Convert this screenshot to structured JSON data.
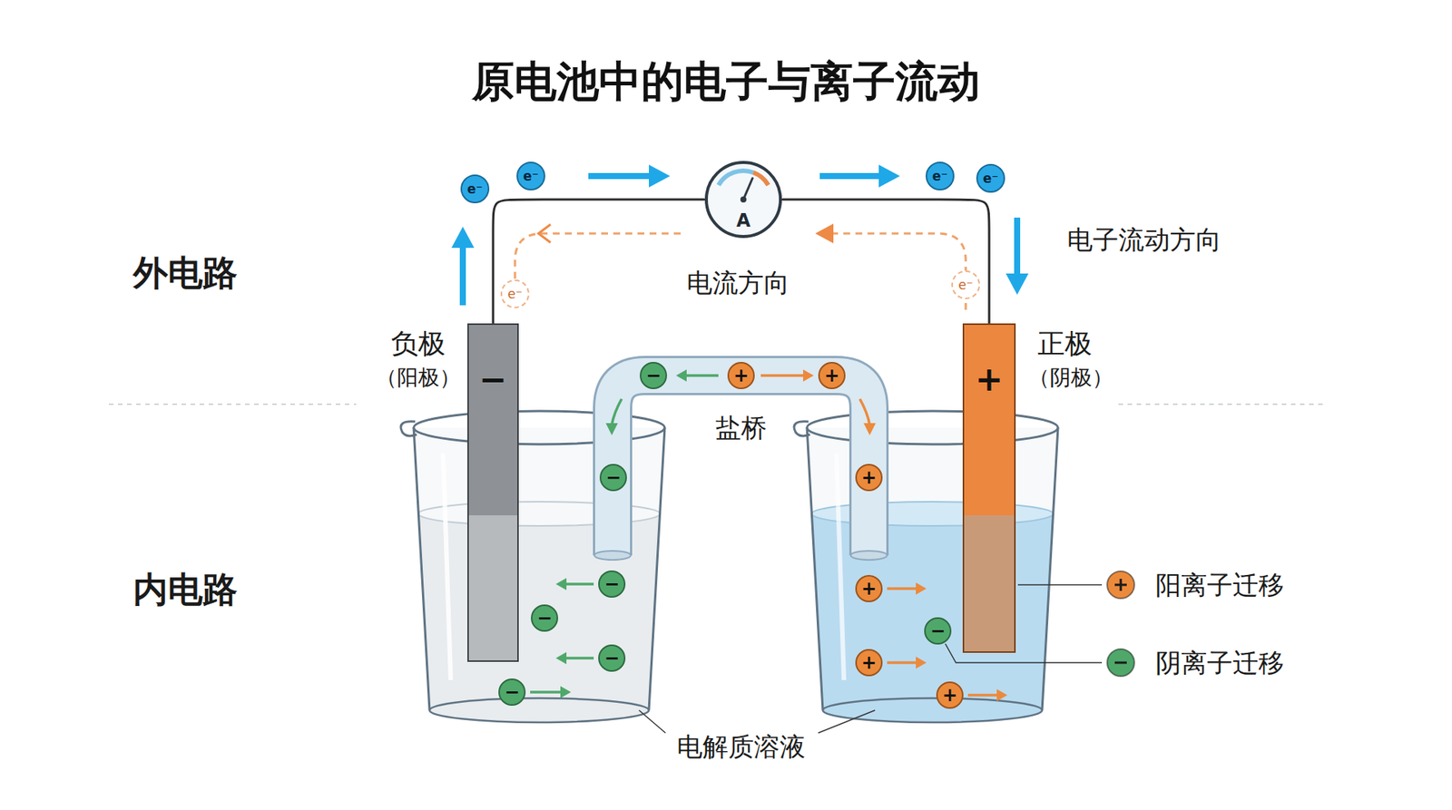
{
  "diagram": {
    "title": "原电池中的电子与离子流动",
    "nodes": [
      {
        "text": [
          "e⁻"
        ]
      },
      {
        "text": [
          "e⁻"
        ]
      },
      {
        "text": [
          "A"
        ]
      },
      {
        "text": [
          "e⁻"
        ]
      },
      {
        "text": [
          "e⁻"
        ]
      },
      {
        "text": [
          "e⁻"
        ]
      },
      {
        "text": [
          "e⁻"
        ]
      },
      {
        "text": [
          "−"
        ]
      },
      {
        "text": [
          "+"
        ]
      },
      {
        "text": [
          "−"
        ]
      },
      {
        "text": [
          "+"
        ]
      },
      {
        "text": [
          "+"
        ]
      },
      {
        "text": [
          "−"
        ]
      },
      {
        "text": [
          "+"
        ]
      },
      {
        "text": [
          "−"
        ]
      },
      {
        "text": [
          "+"
        ]
      },
      {
        "text": [
          "−"
        ]
      },
      {
        "text": [
          "−"
        ]
      },
      {
        "text": [
          "−"
        ]
      },
      {
        "text": [
          "+"
        ]
      },
      {
        "text": [
          "−"
        ]
      },
      {
        "text": [
          "+"
        ]
      }
    ],
    "edges": [
      {
        "from": 7,
        "to": 2,
        "arrow": "none"
      },
      {
        "from": 2,
        "to": 8,
        "arrow": "none"
      }
    ],
    "labels": [
      "外电路",
      "电流方向",
      "电子流动方向",
      "负极",
      "（阳极）",
      "正极",
      "（阴极）",
      "盐桥",
      "内电路",
      "电解质溶液"
    ],
    "legend": [
      {
        "text": "阳离子迁移",
        "color": "#ec8a3c"
      },
      {
        "text": "阴离子迁移",
        "color": "#4fa86a"
      }
    ]
  }
}
